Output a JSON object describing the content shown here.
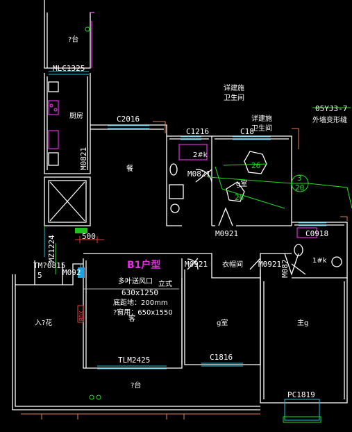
{
  "plan": {
    "title": "B1户型",
    "rooms": {
      "balcony_top": "?台",
      "kitchen": "厨房",
      "dining": "餐",
      "bedroom_2": "g室",
      "master": "主g",
      "living": "客",
      "garden": "入?花",
      "balcony_bottom": "?台",
      "wardrobe": "衣帽间",
      "bath2": "2#k",
      "bath1": "1#k",
      "study": "g室"
    },
    "tags": {
      "win_mlc1325": "MLC1325",
      "win_c2016": "C2016",
      "win_c1216": "C1216",
      "win_c18": "C18",
      "door_m0821_kitchen": "M0821",
      "door_m0821_bath": "M0821",
      "door_m0921_center": "M0921",
      "door_m0921_a": "M0921",
      "door_m0921_b": "M0921",
      "door_m0921_left": "M092",
      "door_m082_bath1": "M082",
      "win_c0918": "C0918",
      "win_tlm2425": "TLM2425",
      "win_c1816": "C1816",
      "win_pc1819": "PC1819",
      "tm_left": "TM?0815",
      "num_5": "5",
      "mz": "MZ1224",
      "dim_500": "500",
      "rdx": "RDX"
    },
    "notes": {
      "detail_a_1": "详建施",
      "detail_a_2": "卫生间",
      "detail_b_1": "详建施",
      "detail_b_2": "卫生间",
      "ref_1": "05YJ3-7",
      "ref_2": "外墙变形缝",
      "vent_1": "多叶送风口",
      "vent_1b": "立式",
      "vent_2": "630x1250",
      "vent_3": "底距地：200mm",
      "vent_4": "?窗用：650x1550"
    },
    "markers": {
      "m26_a": "26",
      "m26_b": "26",
      "m20": "20",
      "m3": "3"
    }
  }
}
